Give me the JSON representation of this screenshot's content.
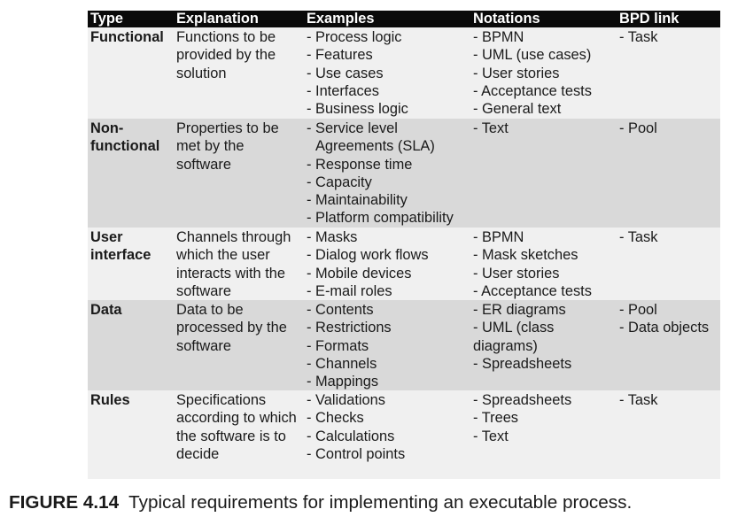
{
  "table": {
    "headers": [
      "Type",
      "Explanation",
      "Examples",
      "Notations",
      "BPD link"
    ],
    "rows": [
      {
        "type": [
          "Functional"
        ],
        "explanation": [
          "Functions to be",
          "provided by the",
          "solution"
        ],
        "examples": [
          "- Process logic",
          "- Features",
          "- Use cases",
          "- Interfaces",
          "- Business logic"
        ],
        "notations": [
          "- BPMN",
          "- UML (use cases)",
          "- User stories",
          "- Acceptance tests",
          "- General text"
        ],
        "bpd_link": [
          "- Task"
        ]
      },
      {
        "type": [
          "Non-",
          "functional"
        ],
        "explanation": [
          "Properties to be",
          "met by the",
          "software"
        ],
        "examples": [
          "- Service level",
          "Agreements (SLA)",
          "- Response time",
          "- Capacity",
          "- Maintainability",
          "- Platform compatibility"
        ],
        "notations": [
          "- Text"
        ],
        "bpd_link": [
          "- Pool"
        ]
      },
      {
        "type": [
          "User",
          "interface"
        ],
        "explanation": [
          "Channels through",
          "which the user",
          "interacts with the",
          "software"
        ],
        "examples": [
          "- Masks",
          "- Dialog work flows",
          "- Mobile devices",
          "- E-mail roles"
        ],
        "notations": [
          "- BPMN",
          "- Mask sketches",
          "- User stories",
          "- Acceptance tests"
        ],
        "bpd_link": [
          "- Task"
        ]
      },
      {
        "type": [
          "Data"
        ],
        "explanation": [
          "Data to be",
          "processed by the",
          "software"
        ],
        "examples": [
          "- Contents",
          "- Restrictions",
          "- Formats",
          "- Channels",
          "- Mappings"
        ],
        "notations": [
          "- ER diagrams",
          "- UML (class",
          "diagrams)",
          "- Spreadsheets"
        ],
        "bpd_link": [
          "- Pool",
          "- Data objects"
        ]
      },
      {
        "type": [
          "Rules"
        ],
        "explanation": [
          "Specifications",
          "according to which",
          "the software is to",
          "decide"
        ],
        "examples": [
          "- Validations",
          "- Checks",
          "- Calculations",
          "- Control points"
        ],
        "notations": [
          "- Spreadsheets",
          "- Trees",
          "- Text"
        ],
        "bpd_link": [
          "- Task"
        ]
      }
    ]
  },
  "caption": {
    "label": "FIGURE 4.14",
    "text": "Typical requirements for implementing an executable process."
  },
  "colors": {
    "header_background": "#0a0a0a",
    "header_text": "#ffffff",
    "row_light": "#f0f0f0",
    "row_dark": "#d9d9d9",
    "text": "#1a1a1a"
  }
}
